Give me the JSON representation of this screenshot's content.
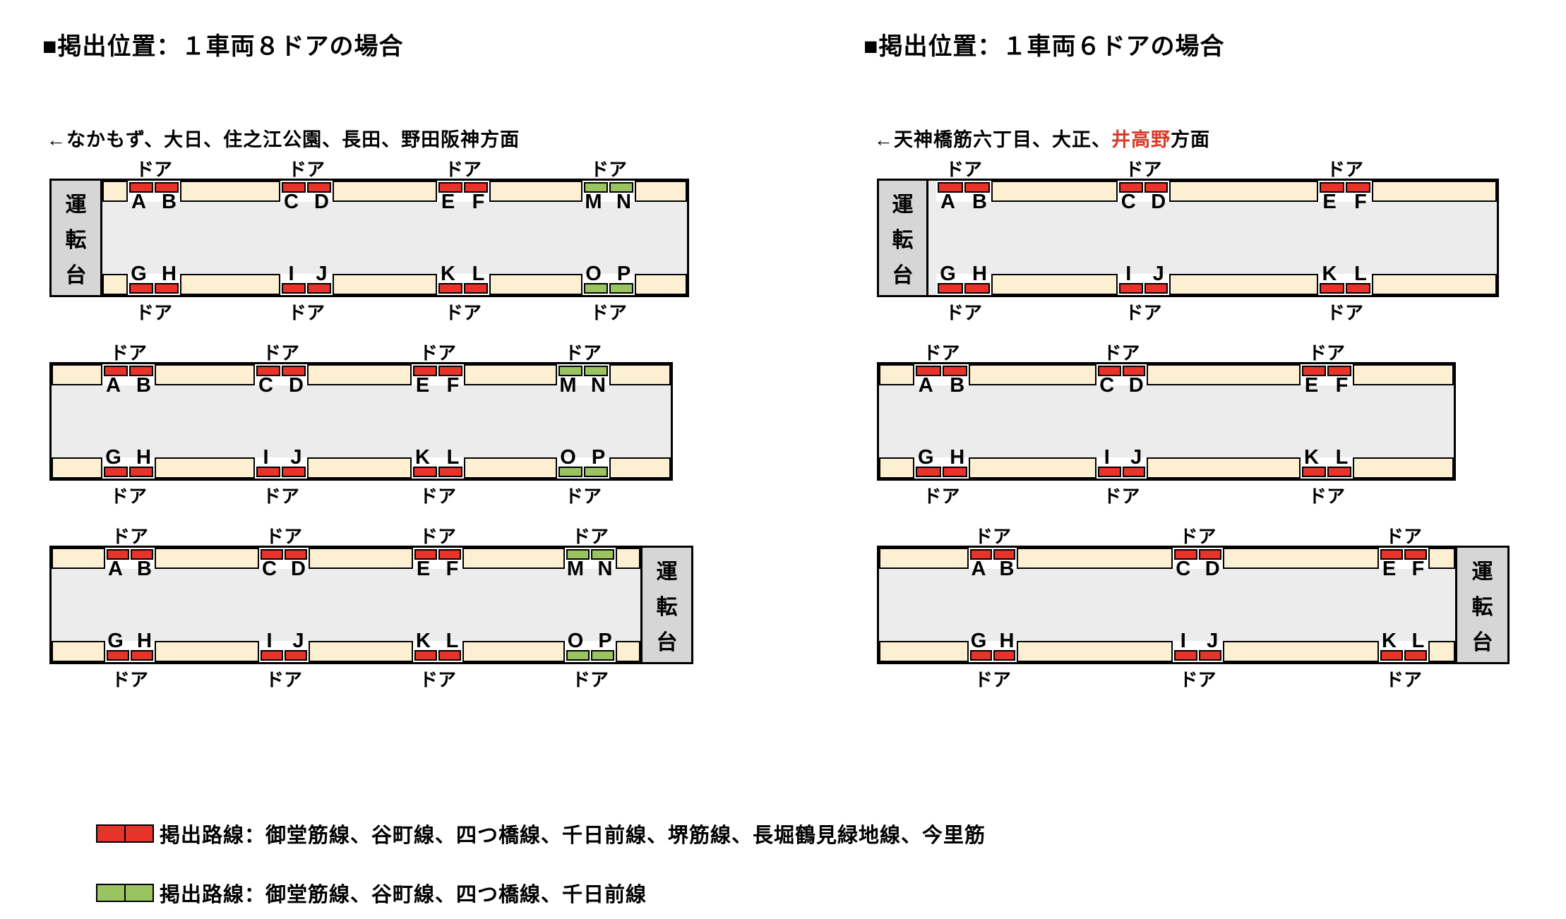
{
  "colors": {
    "red": "#e8332b",
    "green": "#9ac45f",
    "cream": "#fdf0d2",
    "car_fill": "#ececec",
    "cab_fill": "#d6d6d6",
    "border": "#000000",
    "highlight_text": "#d93a2b"
  },
  "labels": {
    "door": "ドア",
    "cab_chars": [
      "運",
      "転",
      "台"
    ]
  },
  "diagrams": {
    "left": {
      "title": "■掲出位置：１車両８ドアの場合",
      "direction_note": [
        {
          "text": "←なかもず、大日、住之江公園、長田、野田阪神方面",
          "color": "#000000"
        }
      ],
      "cars": [
        {
          "cab": "left",
          "top_doors": [
            {
              "letters": [
                "A",
                "B"
              ],
              "color": "red"
            },
            {
              "letters": [
                "C",
                "D"
              ],
              "color": "red"
            },
            {
              "letters": [
                "E",
                "F"
              ],
              "color": "red"
            },
            {
              "letters": [
                "M",
                "N"
              ],
              "color": "green"
            }
          ],
          "bottom_doors": [
            {
              "letters": [
                "G",
                "H"
              ],
              "color": "red"
            },
            {
              "letters": [
                "I",
                "J"
              ],
              "color": "red"
            },
            {
              "letters": [
                "K",
                "L"
              ],
              "color": "red"
            },
            {
              "letters": [
                "O",
                "P"
              ],
              "color": "green"
            }
          ]
        },
        {
          "cab": "none",
          "top_doors": [
            {
              "letters": [
                "A",
                "B"
              ],
              "color": "red"
            },
            {
              "letters": [
                "C",
                "D"
              ],
              "color": "red"
            },
            {
              "letters": [
                "E",
                "F"
              ],
              "color": "red"
            },
            {
              "letters": [
                "M",
                "N"
              ],
              "color": "green"
            }
          ],
          "bottom_doors": [
            {
              "letters": [
                "G",
                "H"
              ],
              "color": "red"
            },
            {
              "letters": [
                "I",
                "J"
              ],
              "color": "red"
            },
            {
              "letters": [
                "K",
                "L"
              ],
              "color": "red"
            },
            {
              "letters": [
                "O",
                "P"
              ],
              "color": "green"
            }
          ]
        },
        {
          "cab": "right",
          "top_doors": [
            {
              "letters": [
                "A",
                "B"
              ],
              "color": "red"
            },
            {
              "letters": [
                "C",
                "D"
              ],
              "color": "red"
            },
            {
              "letters": [
                "E",
                "F"
              ],
              "color": "red"
            },
            {
              "letters": [
                "M",
                "N"
              ],
              "color": "green"
            }
          ],
          "bottom_doors": [
            {
              "letters": [
                "G",
                "H"
              ],
              "color": "red"
            },
            {
              "letters": [
                "I",
                "J"
              ],
              "color": "red"
            },
            {
              "letters": [
                "K",
                "L"
              ],
              "color": "red"
            },
            {
              "letters": [
                "O",
                "P"
              ],
              "color": "green"
            }
          ]
        }
      ]
    },
    "right": {
      "title": "■掲出位置：１車両６ドアの場合",
      "direction_note": [
        {
          "text": "←天神橋筋六丁目、大正、",
          "color": "#000000"
        },
        {
          "text": "井高野",
          "color": "#d93a2b"
        },
        {
          "text": "方面",
          "color": "#000000"
        }
      ],
      "cars": [
        {
          "cab": "left",
          "top_doors": [
            {
              "letters": [
                "A",
                "B"
              ],
              "color": "red"
            },
            {
              "letters": [
                "C",
                "D"
              ],
              "color": "red"
            },
            {
              "letters": [
                "E",
                "F"
              ],
              "color": "red"
            }
          ],
          "bottom_doors": [
            {
              "letters": [
                "G",
                "H"
              ],
              "color": "red"
            },
            {
              "letters": [
                "I",
                "J"
              ],
              "color": "red"
            },
            {
              "letters": [
                "K",
                "L"
              ],
              "color": "red"
            }
          ]
        },
        {
          "cab": "none",
          "top_doors": [
            {
              "letters": [
                "A",
                "B"
              ],
              "color": "red"
            },
            {
              "letters": [
                "C",
                "D"
              ],
              "color": "red"
            },
            {
              "letters": [
                "E",
                "F"
              ],
              "color": "red"
            }
          ],
          "bottom_doors": [
            {
              "letters": [
                "G",
                "H"
              ],
              "color": "red"
            },
            {
              "letters": [
                "I",
                "J"
              ],
              "color": "red"
            },
            {
              "letters": [
                "K",
                "L"
              ],
              "color": "red"
            }
          ]
        },
        {
          "cab": "right",
          "top_doors": [
            {
              "letters": [
                "A",
                "B"
              ],
              "color": "red"
            },
            {
              "letters": [
                "C",
                "D"
              ],
              "color": "red"
            },
            {
              "letters": [
                "E",
                "F"
              ],
              "color": "red"
            }
          ],
          "bottom_doors": [
            {
              "letters": [
                "G",
                "H"
              ],
              "color": "red"
            },
            {
              "letters": [
                "I",
                "J"
              ],
              "color": "red"
            },
            {
              "letters": [
                "K",
                "L"
              ],
              "color": "red"
            }
          ]
        }
      ]
    }
  },
  "legend": [
    {
      "color": "red",
      "text": "掲出路線：御堂筋線、谷町線、四つ橋線、千日前線、堺筋線、長堀鶴見緑地線、今里筋"
    },
    {
      "color": "green",
      "text": "掲出路線：御堂筋線、谷町線、四つ橋線、千日前線"
    }
  ]
}
